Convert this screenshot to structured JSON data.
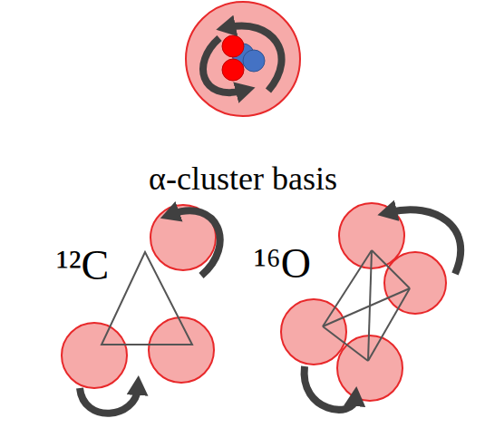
{
  "diagram": {
    "labels": [
      "α-cluster basis",
      "¹²C",
      "¹⁶O"
    ]
  }
}
